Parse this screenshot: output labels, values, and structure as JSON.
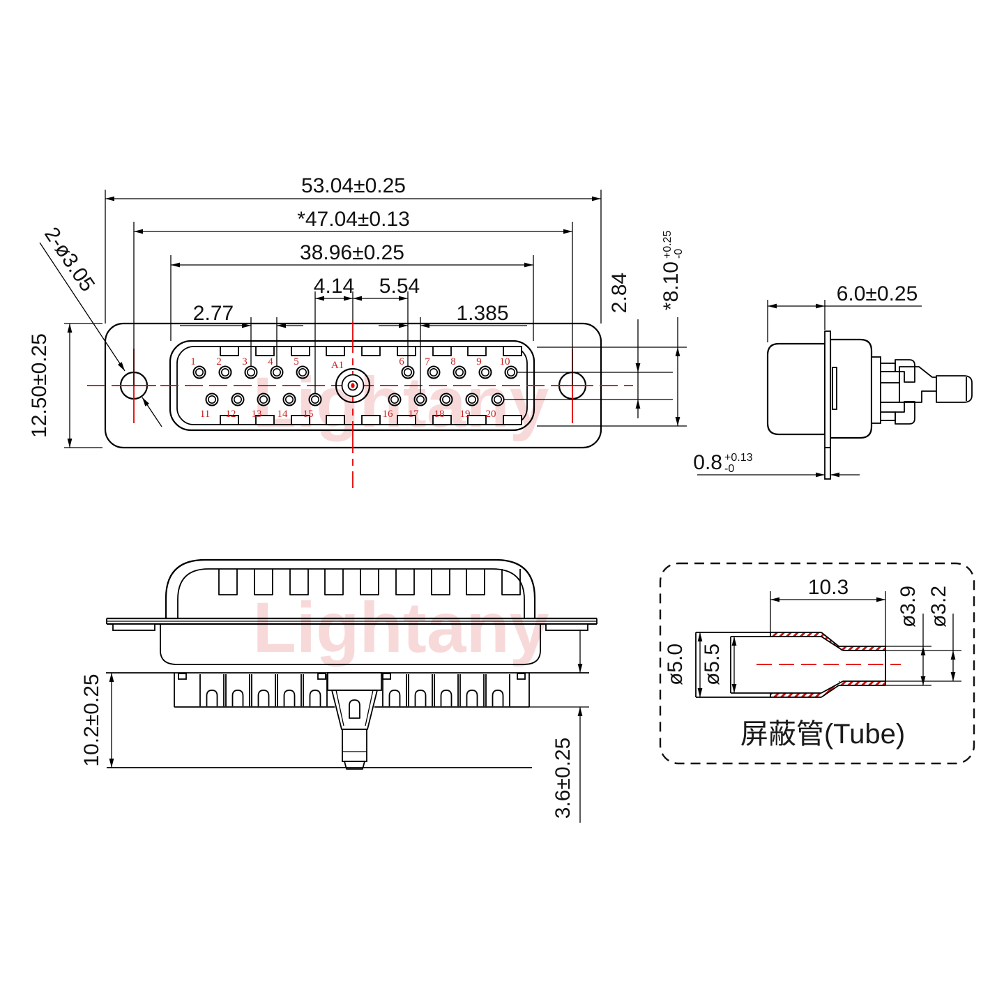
{
  "watermark": {
    "text": "Lightany"
  },
  "front_view": {
    "center_pin": "A1",
    "pins_top": [
      "1",
      "2",
      "3",
      "4",
      "5",
      "6",
      "7",
      "8",
      "9",
      "10"
    ],
    "pins_bottom": [
      "11",
      "12",
      "13",
      "14",
      "15",
      "16",
      "17",
      "18",
      "19",
      "20"
    ],
    "dims": {
      "overall_width": "53.04±0.25",
      "mounting_spacing": "*47.04±0.13",
      "insert_width": "38.96±0.25",
      "a1_to_left_pin": "4.14",
      "a1_to_right_pin": "5.54",
      "pin_pitch": "2.77",
      "row_offset": "1.385",
      "mounting_holes": "2-ø3.05",
      "flange_height": "12.50±0.25",
      "row_spacing": "2.84",
      "insert_height": "*8.10",
      "insert_height_tol_plus": "+0.25",
      "insert_height_tol_minus": "-0"
    }
  },
  "side_view": {
    "dims": {
      "mating_depth": "6.0±0.25",
      "flange_thickness": "0.8",
      "flange_tol_plus": "+0.13",
      "flange_tol_minus": "-0"
    }
  },
  "rear_view": {
    "dims": {
      "overall_height": "10.2±0.25",
      "solder_cup_length": "3.6±0.25"
    }
  },
  "tube_panel": {
    "label": "屏蔽管(Tube)",
    "dims": {
      "length": "10.3",
      "outer_diameter": "ø5.0",
      "flare_diameter": "ø5.5",
      "neck_outer_diameter": "ø3.9",
      "neck_inner_diameter": "ø3.2"
    }
  },
  "colors": {
    "line": "#000000",
    "centerline_red": "#e60000",
    "pin_label_red": "#cc2020",
    "hatch_red": "#cc1111",
    "watermark_pink": "#f2b4b4"
  }
}
